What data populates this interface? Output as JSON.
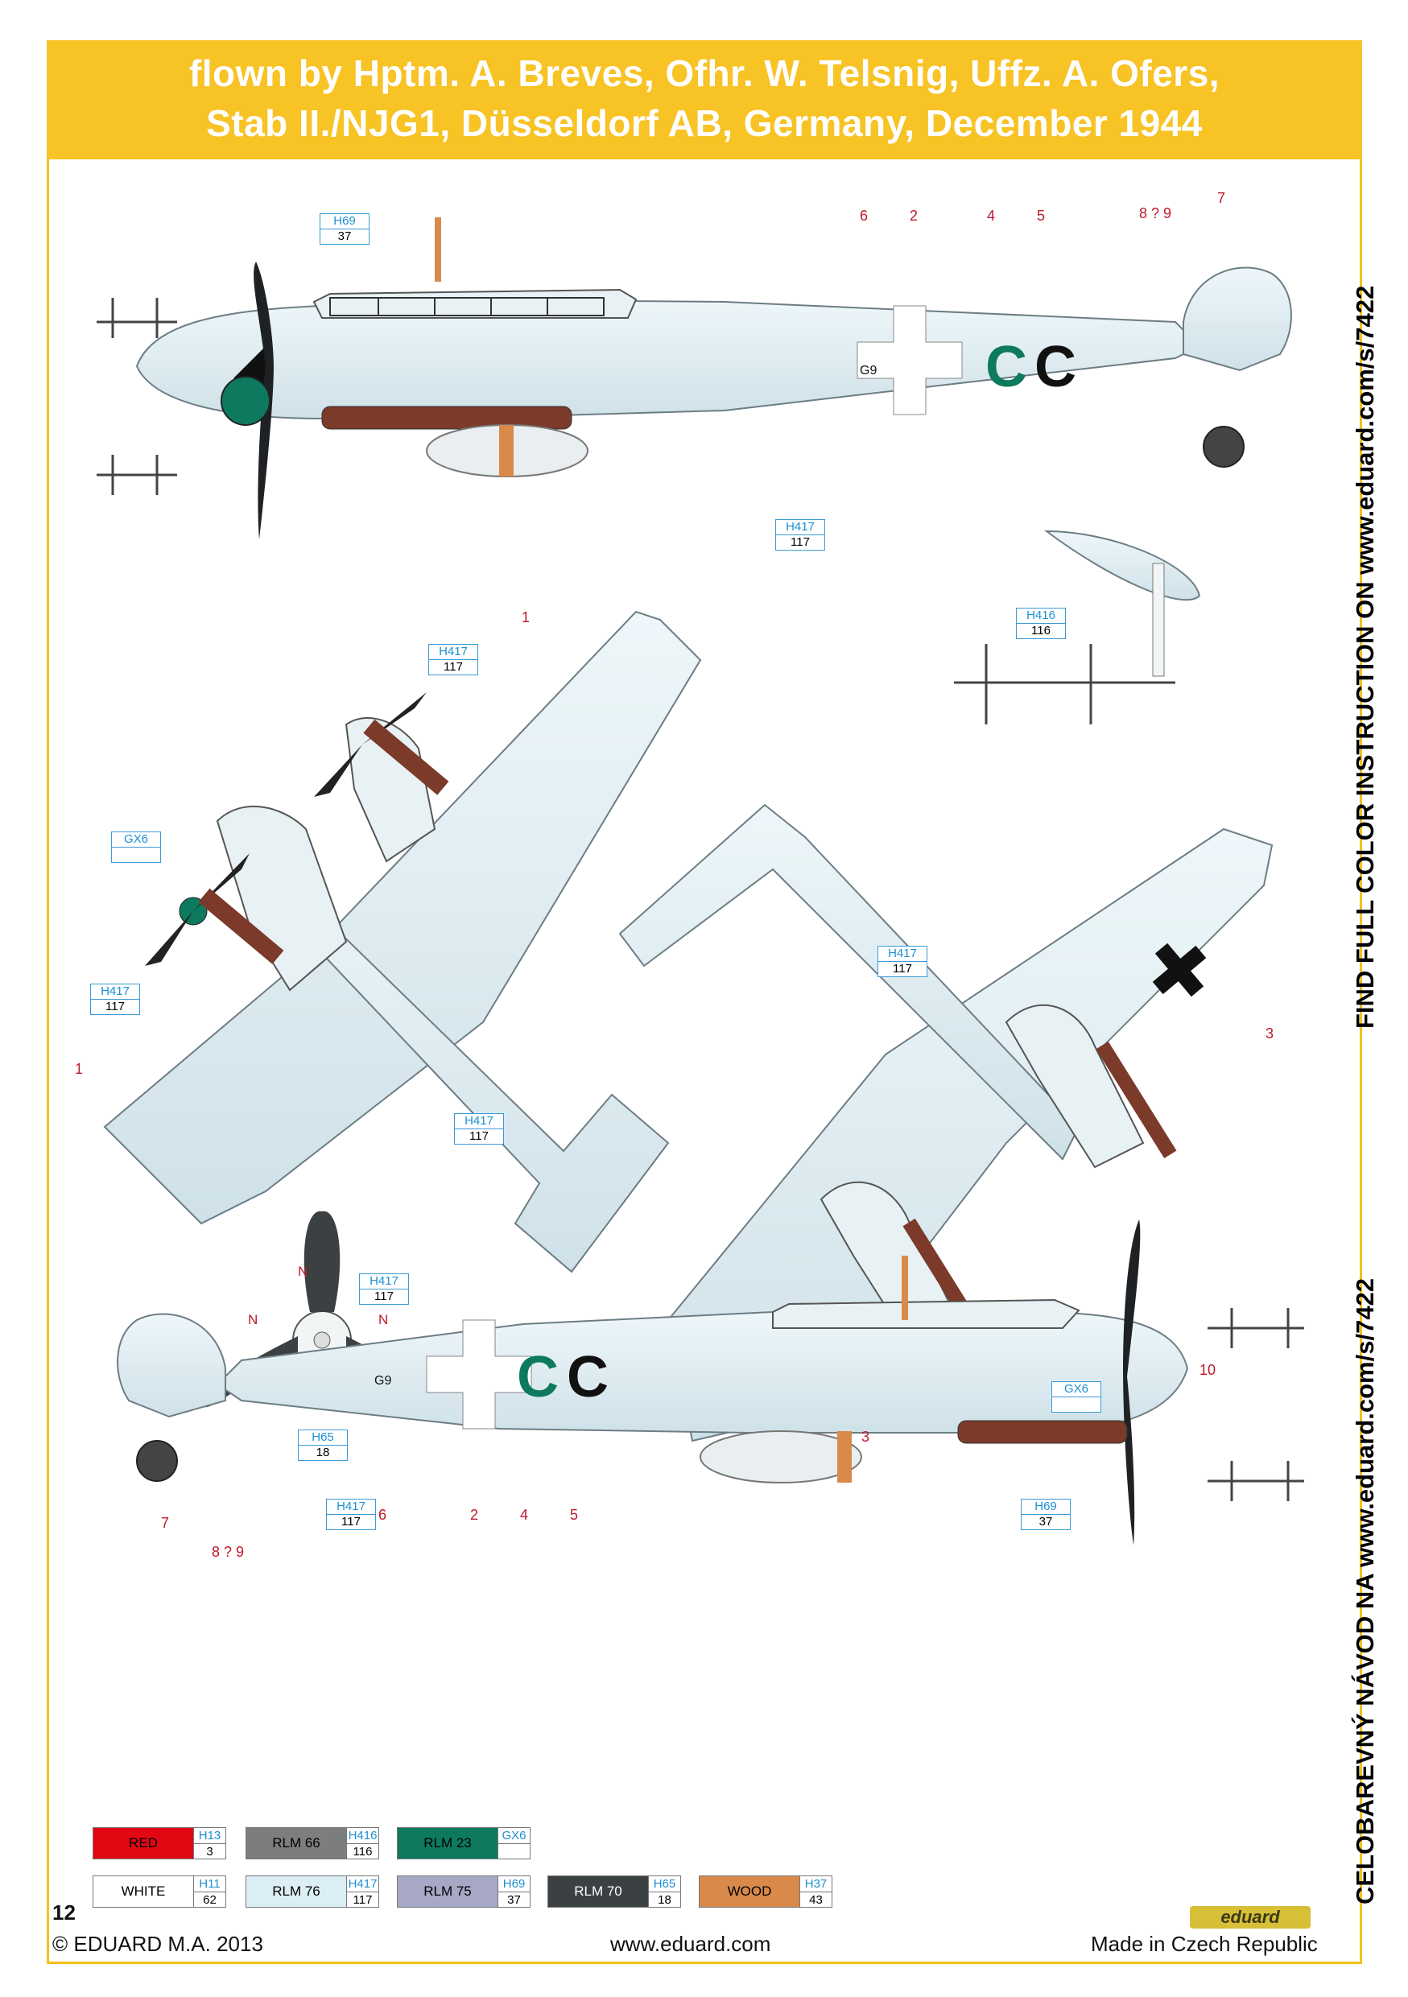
{
  "header": {
    "line1": "flown by Hptm. A. Breves, Ofhr. W. Telsnig, Uffz. A. Ofers,",
    "line2": "Stab II./NJG1, Düsseldorf AB, Germany, December 1944"
  },
  "side_text": {
    "top": "FIND FULL COLOR INSTRUCTION ON www.eduard.com/s/7422",
    "bottom": "CELOBAREVNÝ NÁVOD NA www.eduard.com/s/7422"
  },
  "callouts": {
    "h69_top": {
      "name": "H69",
      "num": "37"
    },
    "h417_top": {
      "name": "H417",
      "num": "117"
    },
    "h416": {
      "name": "H416",
      "num": "116"
    },
    "h417_wing_top": {
      "name": "H417",
      "num": "117"
    },
    "gx6_left": {
      "name": "GX6",
      "num": ""
    },
    "h417_left": {
      "name": "H417",
      "num": "117"
    },
    "h417_mid": {
      "name": "H417",
      "num": "117"
    },
    "h417_right": {
      "name": "H417",
      "num": "117"
    },
    "h417_prop": {
      "name": "H417",
      "num": "117"
    },
    "h65": {
      "name": "H65",
      "num": "18"
    },
    "gx6_right": {
      "name": "GX6",
      "num": ""
    },
    "h417_bottom": {
      "name": "H417",
      "num": "117"
    },
    "h69_bottom": {
      "name": "H69",
      "num": "37"
    }
  },
  "markings": {
    "top": [
      "6",
      "2",
      "4",
      "5",
      "8 ? 9",
      "7"
    ],
    "wing1_top": "1",
    "wing1_left": "1",
    "right3_top": "3",
    "right3_bottom": "3",
    "right10": "10",
    "prop_n_top": "N",
    "prop_n_left": "N",
    "prop_n_right": "N",
    "bottom": [
      "7",
      "8 ? 9",
      "6",
      "2",
      "4",
      "5"
    ]
  },
  "fuselage_code": {
    "letters": "C C",
    "small": "G9"
  },
  "palette": [
    {
      "label": "RED",
      "code": "H13",
      "num": "3",
      "color": "#e30613",
      "text": "#000000"
    },
    {
      "label": "RLM 66",
      "code": "H416",
      "num": "116",
      "color": "#7c7d7e",
      "text": "#000000"
    },
    {
      "label": "RLM 23",
      "code": "GX6",
      "num": "",
      "color": "#0d7a5f",
      "text": "#000000"
    },
    {
      "label": "WHITE",
      "code": "H11",
      "num": "62",
      "color": "#ffffff",
      "text": "#000000"
    },
    {
      "label": "RLM 76",
      "code": "H417",
      "num": "117",
      "color": "#dceef5",
      "text": "#000000"
    },
    {
      "label": "RLM 75",
      "code": "H69",
      "num": "37",
      "color": "#a7a8c6",
      "text": "#000000"
    },
    {
      "label": "RLM 70",
      "code": "H65",
      "num": "18",
      "color": "#3b4043",
      "text": "#ffffff"
    },
    {
      "label": "WOOD",
      "code": "H37",
      "num": "43",
      "color": "#d98a4b",
      "text": "#000000"
    }
  ],
  "footer": {
    "page": "12",
    "copyright": "© EDUARD  M.A. 2013",
    "url": "www.eduard.com",
    "made": "Made in Czech Republic",
    "brand": "eduard"
  }
}
